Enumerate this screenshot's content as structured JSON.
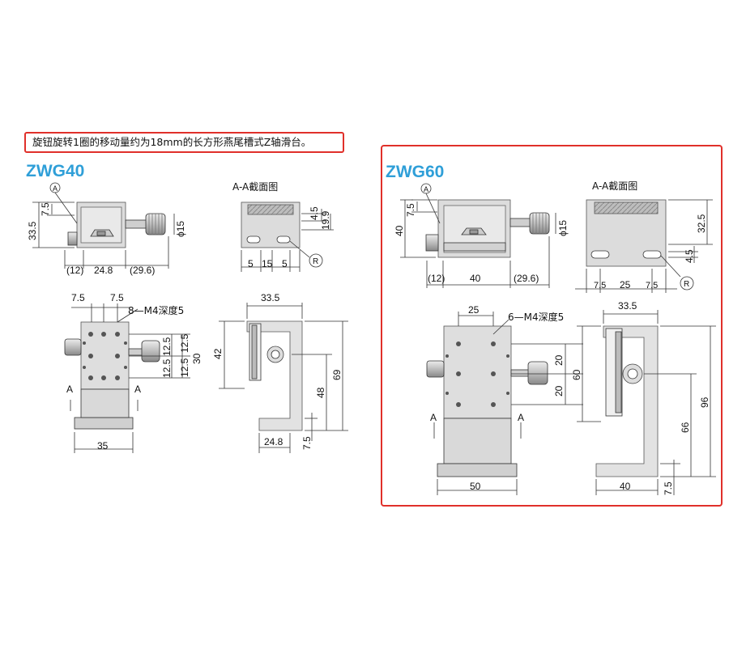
{
  "note": "旋钮旋转1圈的移动量约为18mm的长方形燕尾槽式Z轴滑台。",
  "section_label": "A-A截面图",
  "circle_a": "A",
  "cut_a": "A",
  "radius_r": "R",
  "zwg40": {
    "model": "ZWG40",
    "top_dims": [
      "7.5",
      "33.5",
      "(12)",
      "24.8",
      "(29.6)"
    ],
    "knob_dia": "ϕ15",
    "section_dims": [
      "4.5",
      "19.9",
      "5",
      "15",
      "5"
    ],
    "front_dims": [
      "7.5",
      "7.5",
      "8—M4深度5",
      "12.5",
      "12.5",
      "30",
      "12.5",
      "12.5",
      "35"
    ],
    "side_dims": [
      "33.5",
      "42",
      "69",
      "48",
      "24.8",
      "7.5"
    ]
  },
  "zwg60": {
    "model": "ZWG60",
    "top_dims": [
      "7.5",
      "40",
      "(12)",
      "40",
      "(29.6)"
    ],
    "knob_dia": "ϕ15",
    "section_dims": [
      "32.5",
      "4.5",
      "7.5",
      "25",
      "7.5"
    ],
    "front_dims": [
      "25",
      "6—M4深度5",
      "20",
      "20",
      "50"
    ],
    "side_dims": [
      "33.5",
      "60",
      "96",
      "66",
      "40",
      "7.5"
    ]
  }
}
